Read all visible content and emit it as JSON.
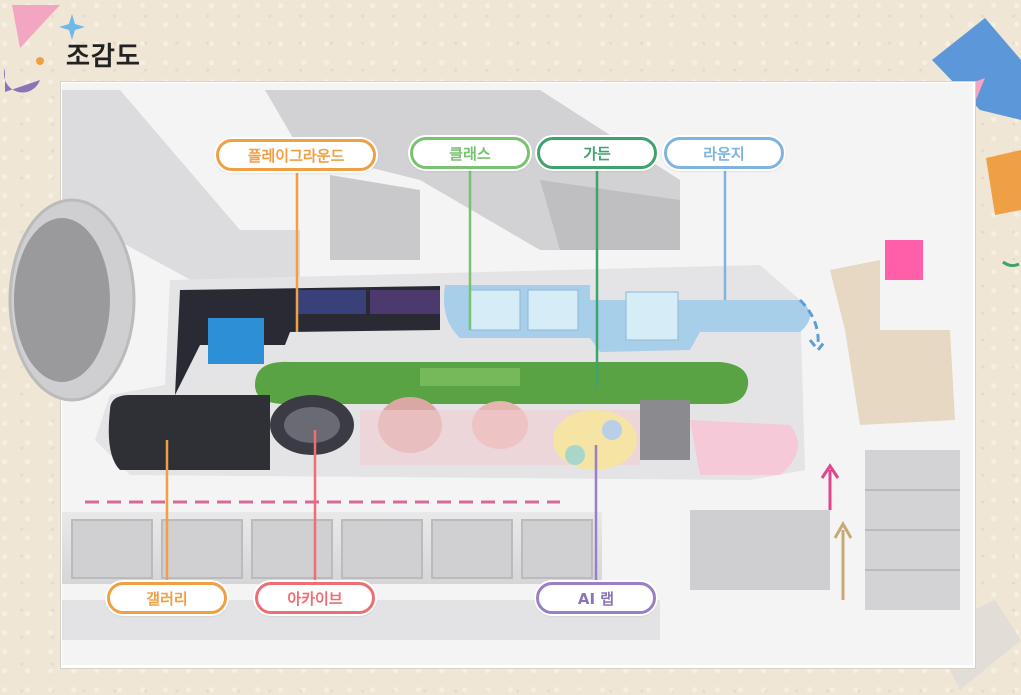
{
  "page": {
    "title": "조감도"
  },
  "zones": [
    {
      "id": "playground",
      "label": "플레이그라운드",
      "color": "#f0a044"
    },
    {
      "id": "class",
      "label": "클래스",
      "color": "#78c271"
    },
    {
      "id": "garden",
      "label": "가든",
      "color": "#3fa36e"
    },
    {
      "id": "lounge",
      "label": "라운지",
      "color": "#7fb3e0"
    },
    {
      "id": "gallery",
      "label": "갤러리",
      "color": "#f0a044"
    },
    {
      "id": "archive",
      "label": "아카이브",
      "color": "#ee6f73"
    },
    {
      "id": "ai-lab",
      "label": "AI 랩",
      "color": "#9a7fc4"
    }
  ],
  "decor": {
    "accent_blue": "#5b97d9",
    "accent_orange": "#f0a044",
    "accent_pink": "#f3a6c2",
    "accent_purple": "#8a74b8",
    "star": "#6fb8e8"
  }
}
